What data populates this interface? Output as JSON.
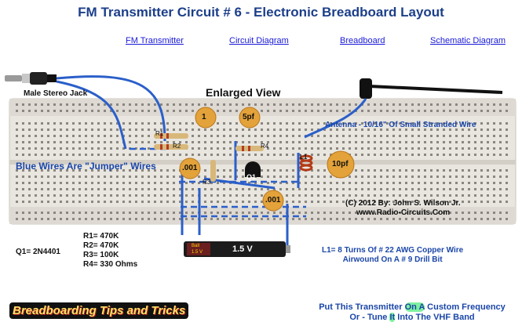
{
  "page": {
    "title": "FM Transmitter Circuit # 6 - Electronic Breadboard Layout"
  },
  "nav": [
    {
      "label": "FM Transmitter"
    },
    {
      "label": "Circuit Diagram"
    },
    {
      "label": "Breadboard"
    },
    {
      "label": "Schematic Diagram"
    }
  ],
  "diagram": {
    "enlarged_view": "Enlarged View",
    "jack_label": "Male Stereo Jack",
    "antenna_label": "Antenna - 10/16\" Of Small Stranded Wire",
    "jumper_label": "Blue Wires Are \"Jumper\" Wires",
    "copyright_line1": "(C) 2012 By: John S. Wilson Jr.",
    "copyright_line2": "www.Radio-Circuits.Com",
    "cap_labels": {
      "c1": "1",
      "c2": "5pf",
      "c3": ".001",
      "c4": "10pf",
      "c5": ".001"
    },
    "res_labels": {
      "r1": "R1",
      "r2": "R2",
      "r3": "R3",
      "r4": "R4"
    },
    "transistor_label": "Q1",
    "coil_label": "L1",
    "battery_label": "1.5 V",
    "battery_brand": "Ball",
    "battery_small": "1.5 V",
    "colors": {
      "title": "#1c3f8a",
      "wire_blue": "#2b5fc9",
      "cap_orange": "#e3a23a",
      "link": "#1a1ad6",
      "board": "#e9e6e0"
    }
  },
  "parts": {
    "q1": "Q1= 2N4401",
    "r1": "R1= 470K",
    "r2": "R2= 470K",
    "r3": "R3= 100K",
    "r4": "R4= 330 Ohms",
    "l1_line1": "L1= 8 Turns Of # 22 AWG Copper Wire",
    "l1_line2": "Airwound On A # 9 Drill Bit"
  },
  "footer": {
    "tips": "Breadboarding Tips and Tricks",
    "promo_a": "Put This Transmitter ",
    "promo_hl1": "On A",
    "promo_b": " Custom Frequency",
    "promo_c": "Or - Tune ",
    "promo_hl2": "It",
    "promo_d": " Into The VHF Band"
  }
}
